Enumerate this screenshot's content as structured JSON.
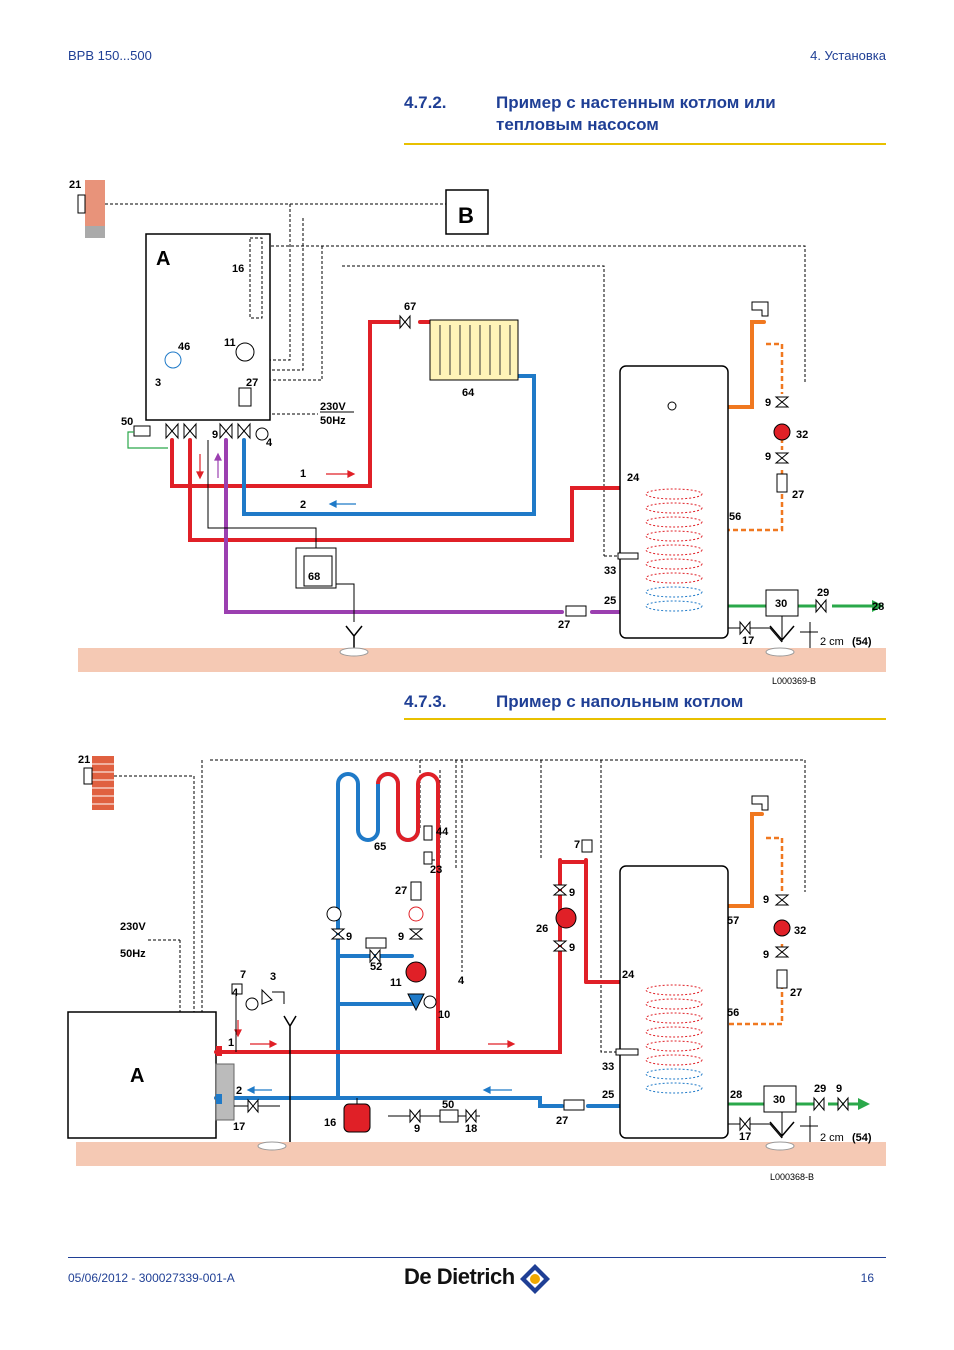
{
  "header": {
    "left": "BPB 150...500",
    "right": "4.  Установка"
  },
  "section1": {
    "number": "4.7.2.",
    "title_line1": "Пример с настенным котлом или",
    "title_line2": "тепловым насосом"
  },
  "section2": {
    "number": "4.7.3.",
    "title": "Пример с напольным котлом"
  },
  "fig1": {
    "code": "L000369-B",
    "label_a": "A",
    "label_b": "B",
    "voltage": "230V",
    "freq": "50Hz",
    "dist": "2 cm",
    "dist_ref": "(54)",
    "n21": "21",
    "n16": "16",
    "n46": "46",
    "n11": "11",
    "n3": "3",
    "n27a": "27",
    "n50": "50",
    "n9a": "9",
    "n4": "4",
    "n67": "67",
    "n64": "64",
    "n1": "1",
    "n2": "2",
    "n68": "68",
    "n24": "24",
    "n33": "33",
    "n25": "25",
    "n27b": "27",
    "n9b": "9",
    "n32": "32",
    "n9c": "9",
    "n27c": "27",
    "n56": "56",
    "n30": "30",
    "n29": "29",
    "n28": "28",
    "n17": "17"
  },
  "fig2": {
    "code": "L000368-B",
    "label_a": "A",
    "voltage": "230V",
    "freq": "50Hz",
    "dist": "2 cm",
    "dist_ref": "(54)",
    "n21": "21",
    "n65": "65",
    "n44": "44",
    "n23": "23",
    "n27a": "27",
    "n9a": "9",
    "n52": "52",
    "n9b": "9",
    "n11": "11",
    "n4a": "4",
    "n10": "10",
    "n7a": "7",
    "n3": "3",
    "n4b": "4",
    "n1": "1",
    "n2": "2",
    "n17a": "17",
    "n16": "16",
    "n9c": "9",
    "n50": "50",
    "n18": "18",
    "n7b": "7",
    "n9d": "9",
    "n26": "26",
    "n9e": "9",
    "n24": "24",
    "n33": "33",
    "n27b": "27",
    "n25": "25",
    "n57": "57",
    "n9f": "9",
    "n32": "32",
    "n9g": "9",
    "n27c": "27",
    "n56": "56",
    "n28": "28",
    "n30": "30",
    "n29": "29",
    "n9h": "9",
    "n17b": "17"
  },
  "footer": {
    "left": "05/06/2012  - 300027339-001-A",
    "brand": "De Dietrich",
    "page": "16"
  },
  "colors": {
    "hot": "#e02027",
    "cold": "#1f7ac8",
    "cw": "#9b3fb0",
    "dhw": "#f07820",
    "feed": "#2aa84a",
    "brick": "#e8937a",
    "floor": "#f5c9b4",
    "yellow": "#e8c000"
  }
}
